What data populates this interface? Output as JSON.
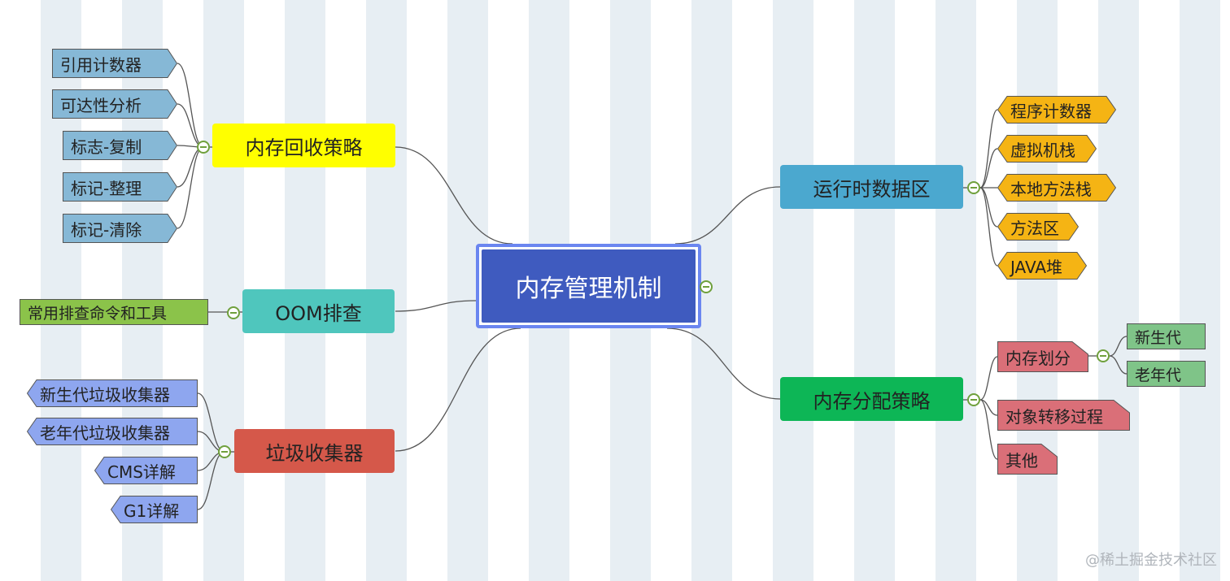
{
  "root": {
    "label": "内存管理机制",
    "fill": "#3f5bbf",
    "border": "#6b86f0"
  },
  "watermark": "@稀土掘金技术社区",
  "branches": {
    "recycle": {
      "label": "内存回收策略",
      "color": "#ffff00",
      "children": [
        "引用计数器",
        "可达性分析",
        "标志-复制",
        "标记-整理",
        "标记-清除"
      ],
      "child_color": "#86b8d6"
    },
    "oom": {
      "label": "OOM排查",
      "color": "#4fc6bd",
      "children": [
        "常用排查命令和工具"
      ],
      "child_color": "#8bc34a"
    },
    "gc": {
      "label": "垃圾收集器",
      "color": "#d5584a",
      "children": [
        "新生代垃圾收集器",
        "老年代垃圾收集器",
        "CMS详解",
        "G1详解"
      ],
      "child_color": "#8ea6ef"
    },
    "runtime": {
      "label": "运行时数据区",
      "color": "#4ba8cf",
      "children": [
        "程序计数器",
        "虚拟机栈",
        "本地方法栈",
        "方法区",
        "JAVA堆"
      ],
      "child_color": "#f5b414"
    },
    "alloc": {
      "label": "内存分配策略",
      "color": "#0db656",
      "children": [
        "内存划分",
        "对象转移过程",
        "其他"
      ],
      "child_color": "#da6f78",
      "sub": {
        "label": "内存划分",
        "children": [
          "新生代",
          "老年代"
        ],
        "child_color": "#7fc488"
      }
    }
  }
}
